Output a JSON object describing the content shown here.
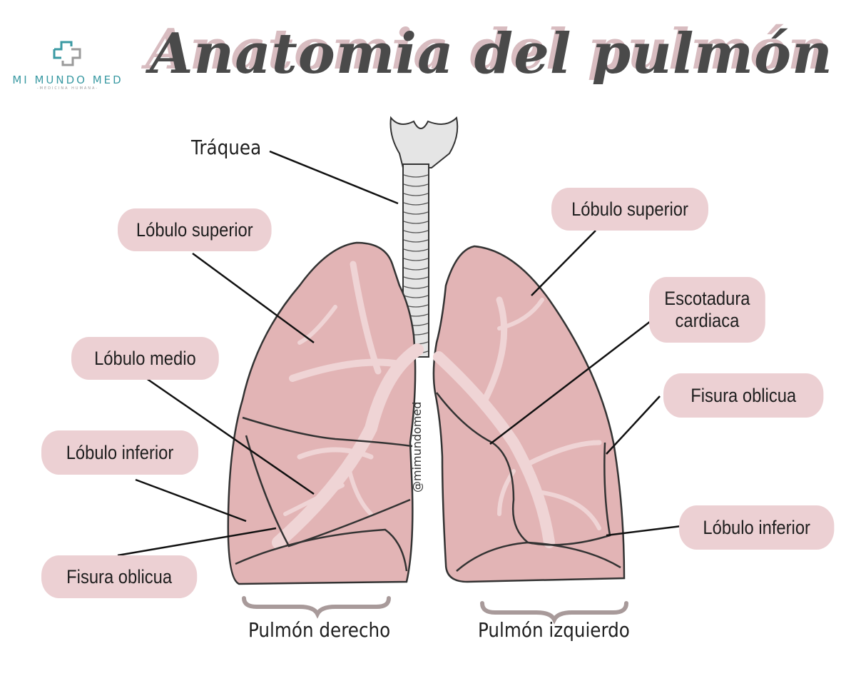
{
  "logo": {
    "name": "MI MUNDO MED",
    "subtitle": "-MEDICINA HUMANA-",
    "icon": "medical-cross-icon",
    "color": "#3a9aa3"
  },
  "title": "Anatomia del pulmón",
  "watermark": "@mimundomed",
  "labels": {
    "trachea": "Tráquea",
    "right_upper": "Lóbulo superior",
    "right_middle": "Lóbulo medio",
    "right_lower": "Lóbulo inferior",
    "right_fissure": "Fisura oblicua",
    "left_upper": "Lóbulo superior",
    "cardiac_notch": "Escotadura cardiaca",
    "left_fissure": "Fisura oblicua",
    "left_lower": "Lóbulo inferior",
    "right_lung": "Pulmón derecho",
    "left_lung": "Pulmón izquierdo"
  },
  "colors": {
    "lung": "#e2b4b5",
    "branch": "#efd4d5",
    "pill": "#ecd0d3",
    "outline": "#333333",
    "brace": "#a89a9a"
  }
}
